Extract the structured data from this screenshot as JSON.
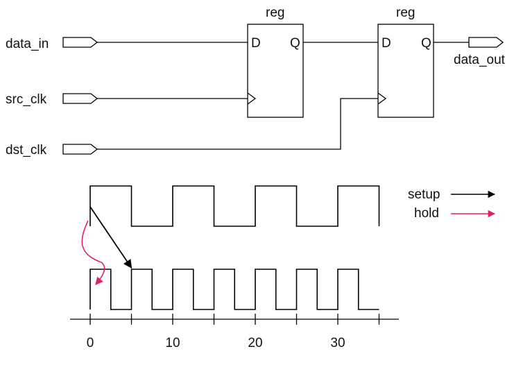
{
  "ports": {
    "data_in": "data_in",
    "src_clk": "src_clk",
    "dst_clk": "dst_clk",
    "data_out": "data_out"
  },
  "registers": [
    {
      "title": "reg",
      "d_label": "D",
      "q_label": "Q"
    },
    {
      "title": "reg",
      "d_label": "D",
      "q_label": "Q"
    }
  ],
  "legend": {
    "setup": {
      "label": "setup",
      "color": "#000000"
    },
    "hold": {
      "label": "hold",
      "color": "#e0245e"
    }
  },
  "timeline": {
    "ticks": [
      0,
      5,
      10,
      15,
      20,
      25,
      30,
      35
    ],
    "tick_labels": [
      "0",
      "10",
      "20",
      "30"
    ]
  },
  "waveforms": {
    "src_clk": {
      "period": 10,
      "duty": 0.5
    },
    "dst_clk": {
      "period": 5,
      "duty": 0.5
    }
  }
}
